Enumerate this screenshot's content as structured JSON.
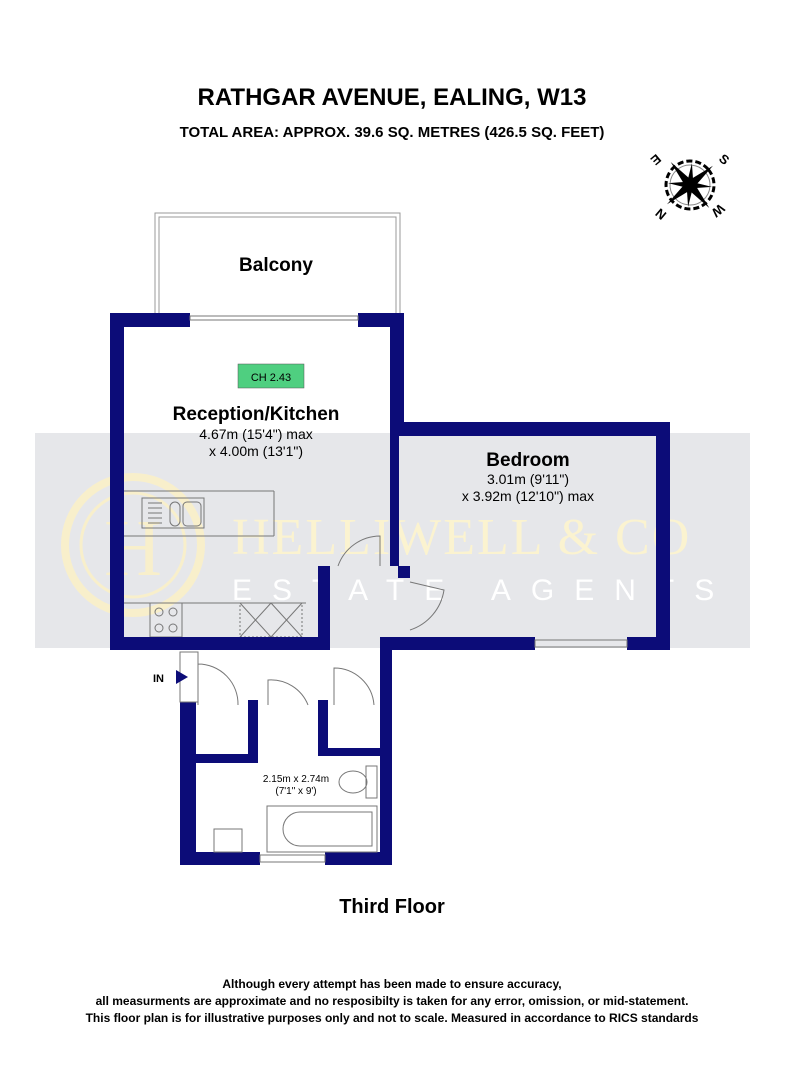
{
  "header": {
    "title": "RATHGAR AVENUE, EALING, W13",
    "subtitle": "TOTAL AREA: APPROX. 39.6 SQ. METRES (426.5 SQ. FEET)"
  },
  "compass": {
    "icon": "compass-rose-icon",
    "n": "N",
    "e": "E",
    "s": "S",
    "w": "W"
  },
  "watermark": {
    "line1": "HELLIWELL & CO",
    "line2": "ESTATE AGENTS",
    "logo_letter": "H"
  },
  "rooms": {
    "balcony": {
      "name": "Balcony"
    },
    "reception": {
      "name": "Reception/Kitchen",
      "dim1": "4.67m (15'4\") max",
      "dim2": "x 4.00m (13'1\")",
      "ceiling": "CH 2.43"
    },
    "bedroom": {
      "name": "Bedroom",
      "dim1": "3.01m (9'11\")",
      "dim2": "x 3.92m (12'10\") max"
    },
    "bathroom": {
      "dim1": "2.15m x 2.74m",
      "dim2": "(7'1\" x 9')"
    }
  },
  "entrance_label": "IN",
  "floor_label": "Third Floor",
  "disclaimer": [
    "Although every attempt has been made to ensure accuracy,",
    "all measurments are approximate and no resposibilty is taken for any error, omission, or mid-statement.",
    "This floor plan is for illustrative purposes only and not to scale. Measured in accordance to RICS standards"
  ],
  "colors": {
    "wall": "#0c0c78",
    "ceiling_badge": "#4fcf80",
    "watermark_band": "#e6e7ea",
    "watermark_text": "#fbf3d0"
  }
}
